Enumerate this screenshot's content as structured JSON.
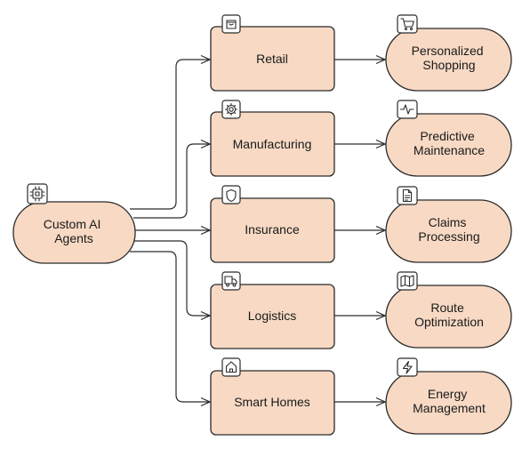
{
  "colors": {
    "node_fill": "#f7d9c4",
    "stroke": "#2b2b2b",
    "background": "#ffffff"
  },
  "root": {
    "label_lines": [
      "Custom AI",
      "Agents"
    ],
    "icon": "chip-icon"
  },
  "industries": [
    {
      "label": "Retail",
      "icon": "shopping-bag-icon"
    },
    {
      "label": "Manufacturing",
      "icon": "gear-icon"
    },
    {
      "label": "Insurance",
      "icon": "shield-icon"
    },
    {
      "label": "Logistics",
      "icon": "truck-icon"
    },
    {
      "label": "Smart Homes",
      "icon": "home-icon"
    }
  ],
  "applications": [
    {
      "label_lines": [
        "Personalized",
        "Shopping"
      ],
      "icon": "shopping-cart-icon"
    },
    {
      "label_lines": [
        "Predictive",
        "Maintenance"
      ],
      "icon": "activity-icon"
    },
    {
      "label_lines": [
        "Claims",
        "Processing"
      ],
      "icon": "document-icon"
    },
    {
      "label_lines": [
        "Route",
        "Optimization"
      ],
      "icon": "map-icon"
    },
    {
      "label_lines": [
        "Energy",
        "Management"
      ],
      "icon": "lightning-icon"
    }
  ]
}
